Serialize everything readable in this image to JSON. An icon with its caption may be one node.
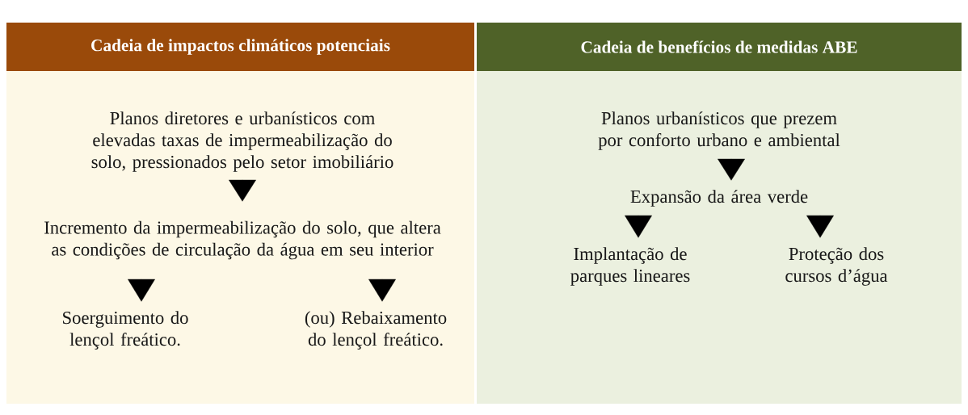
{
  "diagram": {
    "nodes": [
      {
        "text": [
          "Cadeia de impactos climáticos potenciais"
        ]
      },
      {
        "text": [
          "Planos diretores e urbanísticos com elevadas taxas de impermeabilização do solo, pressionados pelo setor imobiliário"
        ],
        "in": 0
      },
      {
        "text": [
          "Incremento da impermeabilização do solo, que altera as condições de circulação da água em seu interior"
        ],
        "in": 0
      },
      {
        "text": [
          "Soerguimento do lençol freático."
        ],
        "in": 0
      },
      {
        "text": [
          "(ou) Rebaixamento do lençol freático."
        ],
        "in": 0
      },
      {
        "text": [
          "Cadeia de benefícios de medidas ABE"
        ]
      },
      {
        "text": [
          "Planos urbanísticos que prezem por conforto urbano e ambiental"
        ],
        "in": 5
      },
      {
        "text": [
          "Expansão da área verde"
        ],
        "in": 5
      },
      {
        "text": [
          "Implantação de parques lineares"
        ],
        "in": 5
      },
      {
        "text": [
          "Proteção dos cursos d’água"
        ],
        "in": 5
      }
    ],
    "edges": [
      {
        "from": 1,
        "to": 2,
        "arrow": "to"
      },
      {
        "from": 2,
        "to": 3,
        "arrow": "to"
      },
      {
        "from": 2,
        "to": 4,
        "arrow": "to"
      },
      {
        "from": 6,
        "to": 7,
        "arrow": "to"
      },
      {
        "from": 7,
        "to": 8,
        "arrow": "to"
      },
      {
        "from": 7,
        "to": 9,
        "arrow": "to"
      }
    ]
  }
}
